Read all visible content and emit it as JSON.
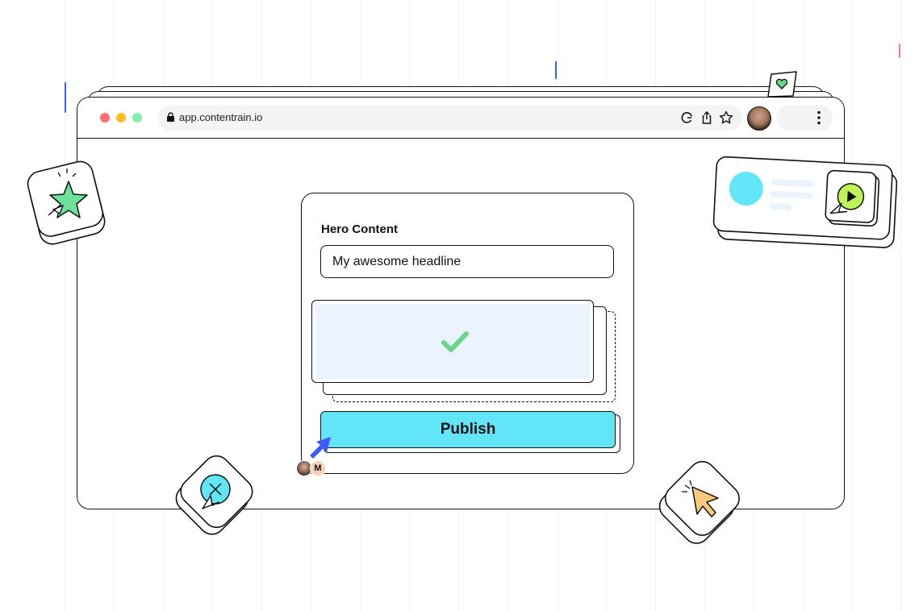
{
  "browser": {
    "url": "app.contentrain.io",
    "traffic_lights": [
      "#f87171",
      "#fbbf24",
      "#86efac"
    ]
  },
  "card": {
    "title": "Hero Content",
    "headline_value": "My awesome headline",
    "publish_label": "Publish"
  },
  "collaborators": [
    {
      "initial": ""
    },
    {
      "initial": "M"
    }
  ],
  "colors": {
    "accent": "#62e6f7",
    "image_bg": "#eaf3fe",
    "check": "#6cd38a",
    "cursor": "#3b5bfd"
  },
  "icons": {
    "star_tile": "star-icon",
    "close_tile": "close-circle-icon",
    "cursor_tile": "cursor-icon",
    "media_card": "play-icon",
    "tag": "heart-icon"
  }
}
